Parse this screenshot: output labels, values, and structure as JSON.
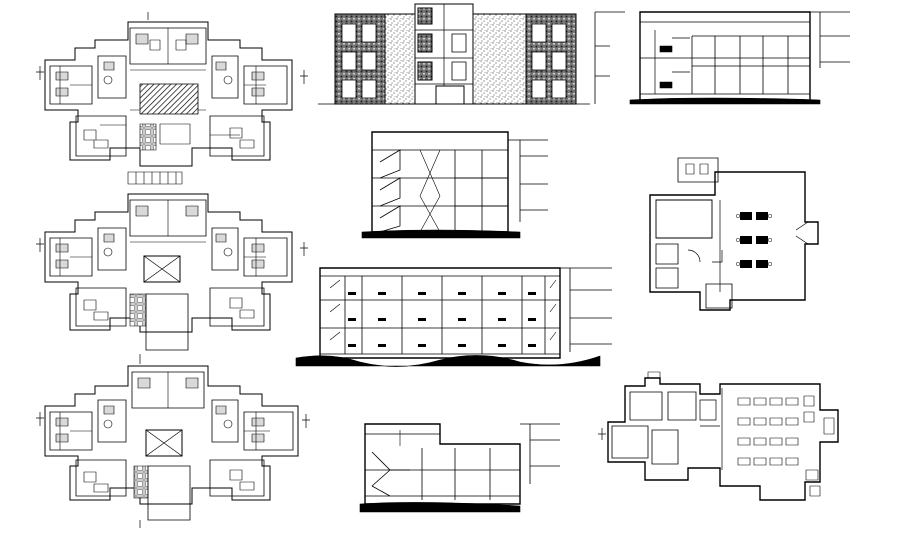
{
  "sheet": {
    "background": "#ffffff",
    "ink": "#000000",
    "drawings": [
      {
        "name": "floor-plan-upper",
        "kind": "floor-plan"
      },
      {
        "name": "floor-plan-middle",
        "kind": "floor-plan"
      },
      {
        "name": "floor-plan-lower",
        "kind": "floor-plan"
      },
      {
        "name": "front-elevation",
        "kind": "elevation"
      },
      {
        "name": "side-section-upper",
        "kind": "section"
      },
      {
        "name": "cross-section-stairs",
        "kind": "section"
      },
      {
        "name": "long-section",
        "kind": "section"
      },
      {
        "name": "partial-section-lower",
        "kind": "section"
      },
      {
        "name": "community-hall-plan",
        "kind": "floor-plan"
      },
      {
        "name": "dining-hall-plan",
        "kind": "floor-plan"
      }
    ]
  }
}
